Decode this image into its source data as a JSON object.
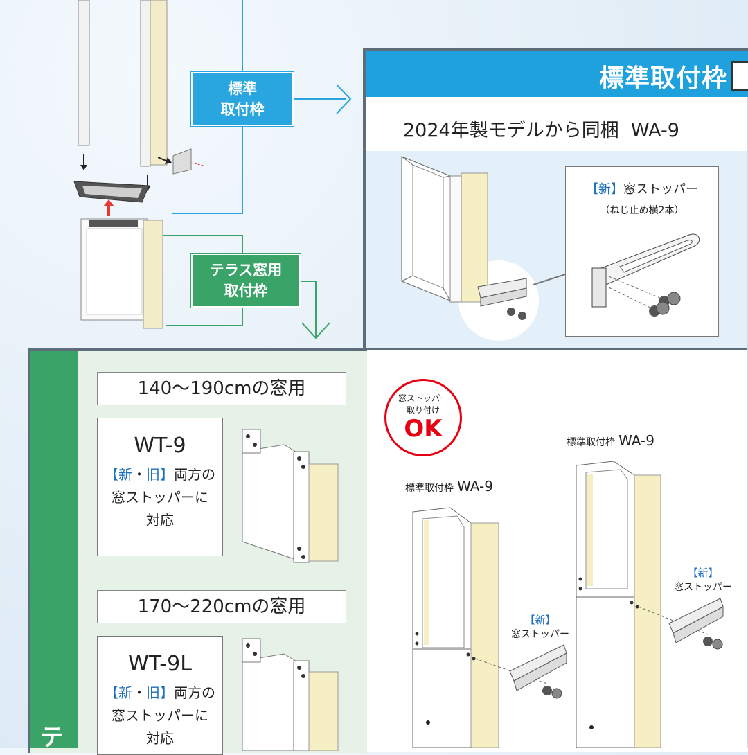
{
  "tags": {
    "standard_frame": [
      "標準",
      "取付枠"
    ],
    "terrace_frame": [
      "テラス窓用",
      "取付枠"
    ]
  },
  "header": {
    "title": "標準取付枠"
  },
  "top_section": {
    "caption": "2024年製モデルから同梱  WA-9",
    "stopper_bracket_open": "【",
    "stopper_new": "新",
    "stopper_bracket_close": "】",
    "stopper_name": "窓ストッパー",
    "stopper_note": "（ねじ止め横2本）"
  },
  "terrace_section": {
    "range1": "140〜190cmの窓用",
    "model1": "WT-9",
    "range2": "170〜220cmの窓用",
    "model2": "WT-9L",
    "compat_open": "【",
    "compat_new": "新",
    "compat_dot": "・",
    "compat_old": "旧",
    "compat_close": "】",
    "compat_rest": "両方の",
    "compat_line2": "窓ストッパーに",
    "compat_line3": "対応",
    "compat_line3_b": "対応",
    "strip_char": "テ"
  },
  "ok_badge": {
    "line1": "窓ストッパー",
    "line2": "取り付け",
    "ok": "OK"
  },
  "bottom_right": {
    "frame_label_small": "標準取付枠",
    "frame_model": "WA-9",
    "new_open": "【",
    "new_label": "新",
    "new_close": "】",
    "stopper": "窓ストッパー"
  },
  "colors": {
    "accent_blue": "#1ea1dd",
    "accent_green": "#3aa367",
    "ok_red": "#e60012",
    "cream": "#f6efc4"
  }
}
